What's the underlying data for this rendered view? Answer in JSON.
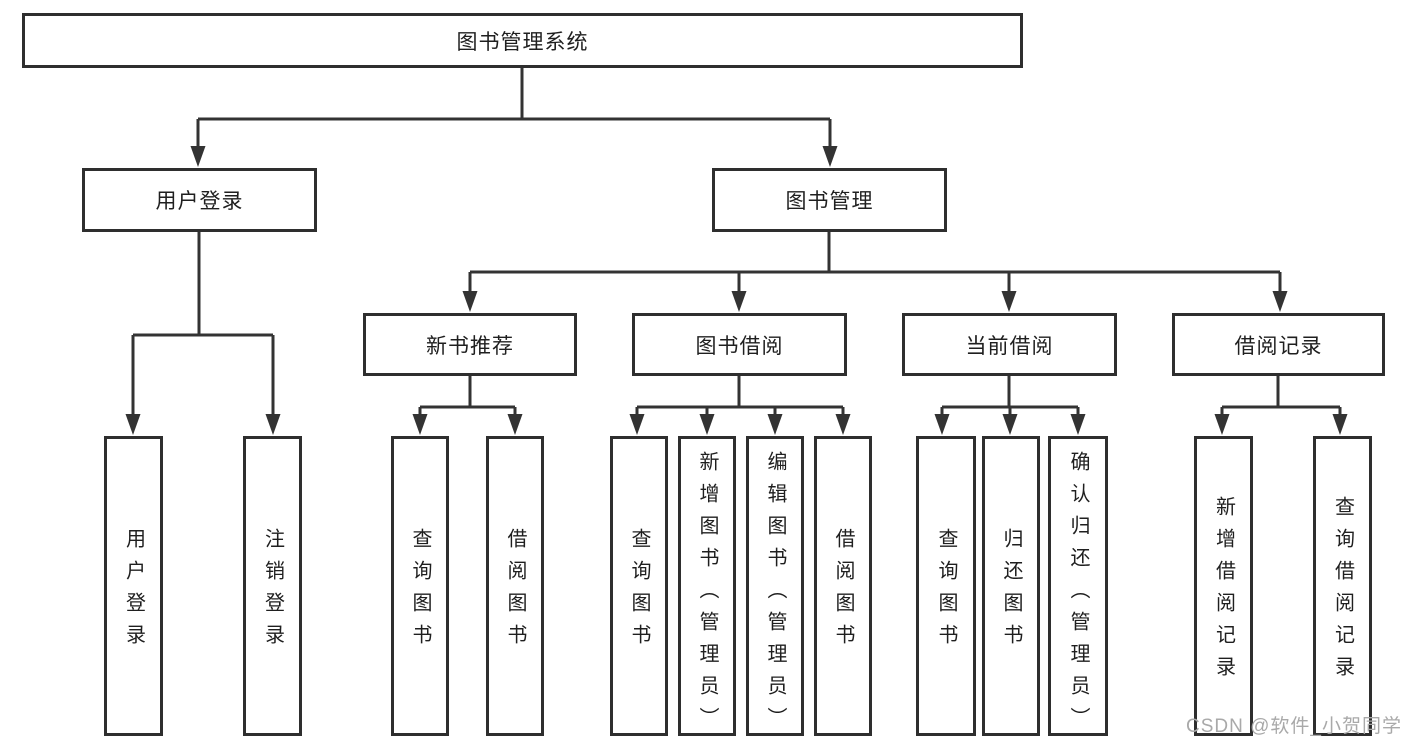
{
  "diagram_title": "图书管理系统",
  "nodes": {
    "root": {
      "label": "图书管理系统"
    },
    "user_login": {
      "label": "用户登录"
    },
    "book_mgmt": {
      "label": "图书管理"
    },
    "new_book_rec": {
      "label": "新书推荐"
    },
    "book_borrow": {
      "label": "图书借阅"
    },
    "current_borrow": {
      "label": "当前借阅"
    },
    "borrow_records": {
      "label": "借阅记录"
    },
    "leaf_login": {
      "label": "用户登录"
    },
    "leaf_logout": {
      "label": "注销登录"
    },
    "leaf_rec_query": {
      "label": "查询图书"
    },
    "leaf_rec_borrow": {
      "label": "借阅图书"
    },
    "leaf_bb_query": {
      "label": "查询图书"
    },
    "leaf_bb_add": {
      "label": "新增图书（管理员）"
    },
    "leaf_bb_edit": {
      "label": "编辑图书（管理员）"
    },
    "leaf_bb_borrow": {
      "label": "借阅图书"
    },
    "leaf_cb_query": {
      "label": "查询图书"
    },
    "leaf_cb_return": {
      "label": "归还图书"
    },
    "leaf_cb_confirm": {
      "label": "确认归还（管理员）"
    },
    "leaf_br_add": {
      "label": "新增借阅记录"
    },
    "leaf_br_query": {
      "label": "查询借阅记录"
    }
  },
  "hierarchy": {
    "root": "图书管理系统",
    "children": {
      "用户登录": [
        "用户登录",
        "注销登录"
      ],
      "图书管理": {
        "新书推荐": [
          "查询图书",
          "借阅图书"
        ],
        "图书借阅": [
          "查询图书",
          "新增图书（管理员）",
          "编辑图书（管理员）",
          "借阅图书"
        ],
        "当前借阅": [
          "查询图书",
          "归还图书",
          "确认归还（管理员）"
        ],
        "借阅记录": [
          "新增借阅记录",
          "查询借阅记录"
        ]
      }
    }
  },
  "watermark": {
    "text": "CSDN @软件_小贺同学"
  },
  "colors": {
    "line": "#333333",
    "box_border": "#2e2e2e",
    "text": "#1f1f1f",
    "watermark": "#a9a9a9",
    "background": "#ffffff"
  }
}
